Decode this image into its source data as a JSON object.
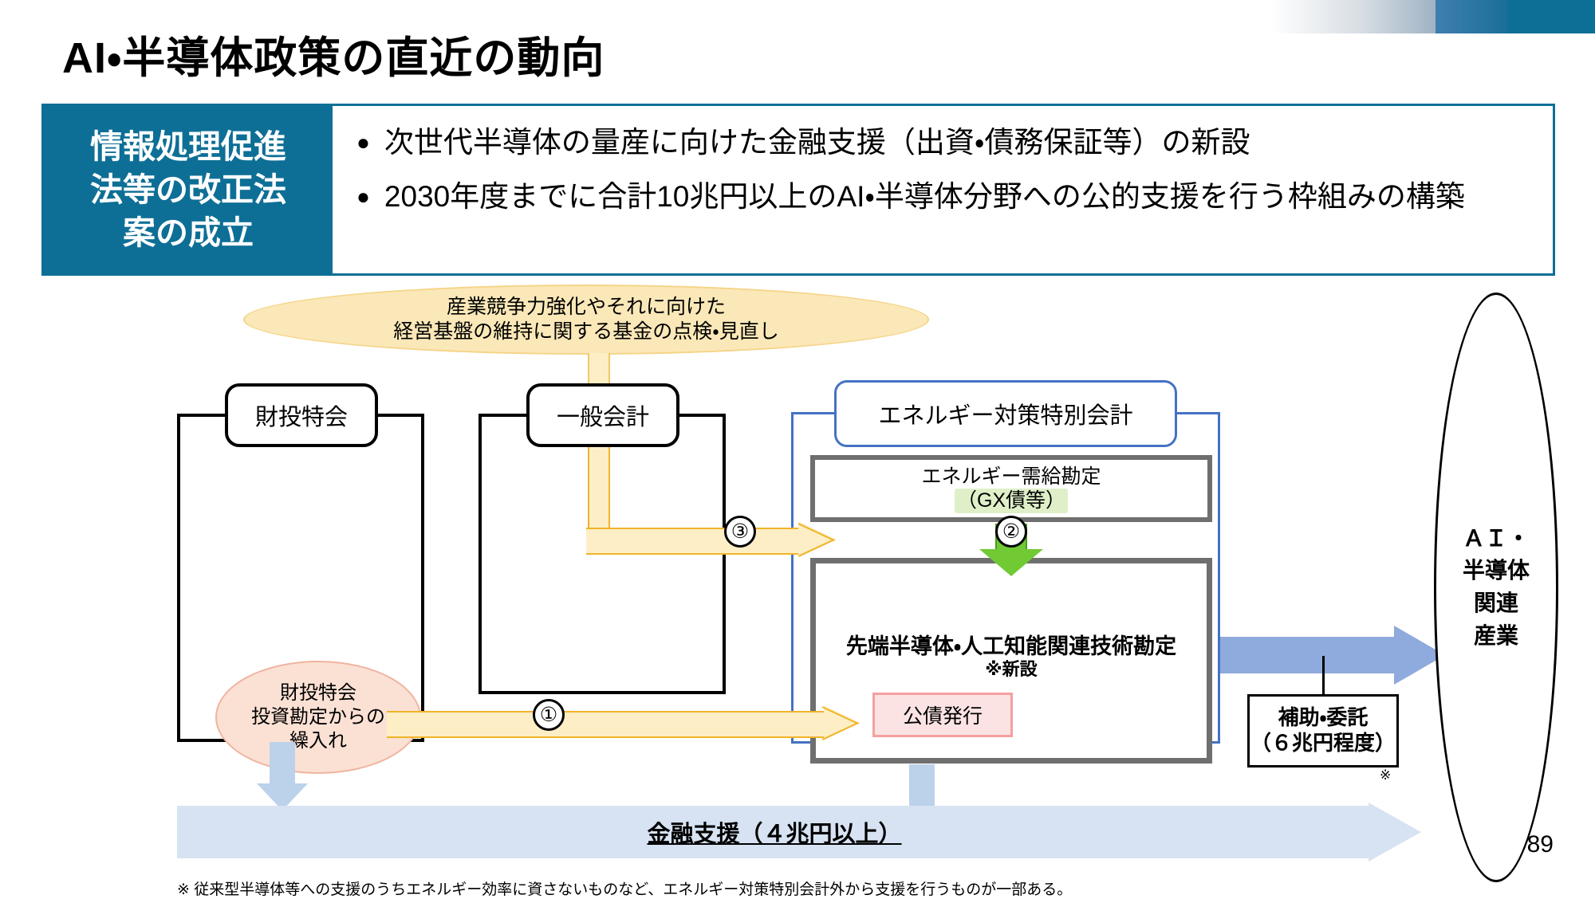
{
  "title": "AI・半導体政策の直近の動向",
  "page_number": "89",
  "colors": {
    "brand_teal": "#0e6f96",
    "energy_blue": "#4472c4",
    "gray_box": "#6f6f6f",
    "green_arrow": "#71c934",
    "yellow_fill": "#fdeec6",
    "pink_fill": "#fce3e3",
    "blue_arrow": "#8faadc",
    "bar_blue": "#d7e3f3"
  },
  "header": {
    "label": "情報処理促進\n法等の改正法\n案の成立",
    "label_lines": [
      "情報処理促進",
      "法等の改正法",
      "案の成立"
    ],
    "bullets": [
      {
        "marker": "●",
        "text": "次世代半導体の量産に向けた金融支援（出資・債務保証等）の新設"
      },
      {
        "marker": "●",
        "text": "2030年度までに合計10兆円以上のAI・半導体分野への公的支援を行う枠組みの構築"
      }
    ]
  },
  "diagram": {
    "fund_review_ellipse": {
      "line1": "産業競争力強化やそれに向けた",
      "line2": "経営基盤の維持に関する基金の点検・見直し"
    },
    "accounts": [
      {
        "id": "fiscal",
        "label": "財投特会"
      },
      {
        "id": "general",
        "label": "一般会計"
      },
      {
        "id": "energy",
        "label": "エネルギー対策特別会計"
      }
    ],
    "gx_box": {
      "line1": "エネルギー需給勘定",
      "line2": "（GX債等）"
    },
    "advanced_box": {
      "title": "先端半導体・人工知能関連技術勘定",
      "sub": "※新設"
    },
    "bond_box": {
      "label": "公債発行"
    },
    "fiscal_invest_ellipse": {
      "line1": "財投特会",
      "line2": "投資勘定からの",
      "line3": "繰入れ"
    },
    "ai_industry_ellipse": {
      "lines": [
        "ＡＩ・",
        "半導体",
        "関連",
        "産業"
      ]
    },
    "subsidy_box": {
      "line1": "補助・委託",
      "line2": "（６兆円程度）",
      "note": "※"
    },
    "badges": {
      "one": "①",
      "two": "②",
      "three": "③"
    },
    "finance_bar": {
      "label": "金融支援（４兆円以上）"
    },
    "footnote": "※ 従来型半導体等への支援のうちエネルギー効率に資さないものなど、エネルギー対策特別会計外から支援を行うものが一部ある。"
  }
}
